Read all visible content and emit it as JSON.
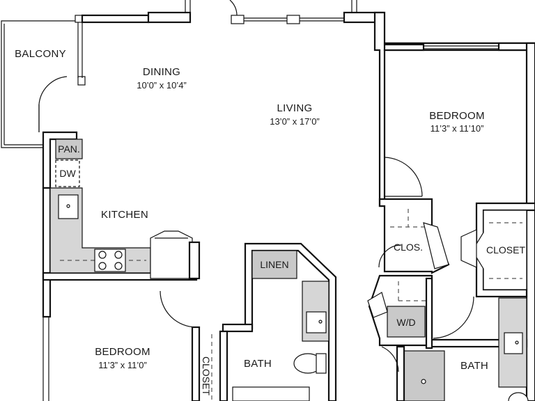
{
  "rooms": {
    "balcony": {
      "name": "BALCONY"
    },
    "dining": {
      "name": "DINING",
      "dims": "10’0” x 10’4”"
    },
    "living": {
      "name": "LIVING",
      "dims": "13’0” x 17’0”"
    },
    "bedroom_right": {
      "name": "BEDROOM",
      "dims": "11’3” x 11’10”"
    },
    "kitchen": {
      "name": "KITCHEN"
    },
    "pantry": {
      "name": "PAN."
    },
    "dishwasher": {
      "name": "DW"
    },
    "linen": {
      "name": "LINEN"
    },
    "clos": {
      "name": "CLOS."
    },
    "closet_right": {
      "name": "CLOSET"
    },
    "wd": {
      "name": "W/D"
    },
    "bedroom_left": {
      "name": "BEDROOM",
      "dims": "11’3” x 11’0”"
    },
    "bath_center": {
      "name": "BATH"
    },
    "bath_right": {
      "name": "BATH"
    },
    "closet_vertical": {
      "name": "CLOSET"
    }
  }
}
